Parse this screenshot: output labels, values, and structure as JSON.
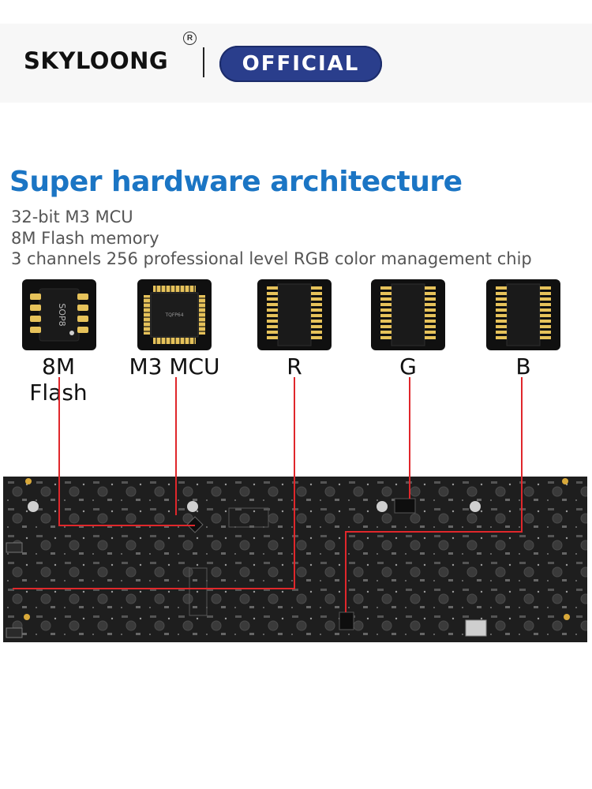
{
  "header": {
    "brand": "SKYLOONG",
    "badge": "OFFICIAL",
    "registered": "R"
  },
  "headline": "Super hardware architecture",
  "specs": [
    "32-bit M3 MCU",
    "8M Flash memory",
    "3 channels 256 professional level RGB color management chip"
  ],
  "chips": [
    {
      "label": "8M Flash",
      "marking": "SOP8"
    },
    {
      "label": "M3 MCU",
      "marking": "TQFP64"
    },
    {
      "label": "R"
    },
    {
      "label": "G"
    },
    {
      "label": "B"
    }
  ],
  "colors": {
    "headline": "#1b75c4",
    "badge": "#2a3e8c",
    "connector": "#e0272b",
    "pcb": "#1e1e1e"
  }
}
